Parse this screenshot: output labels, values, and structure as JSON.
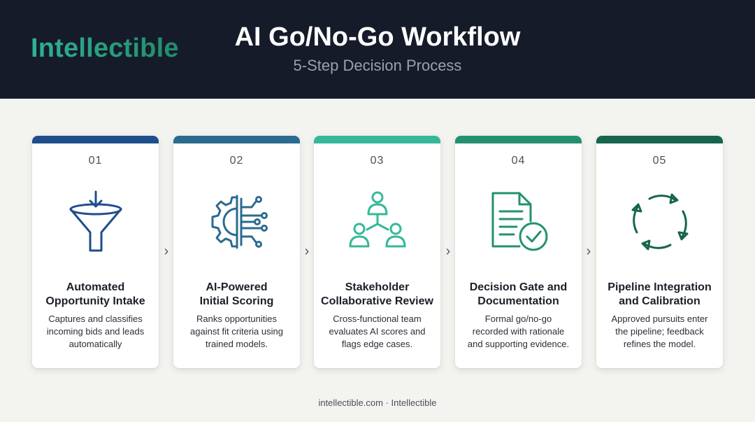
{
  "header": {
    "logo": "Intellectible",
    "title": "AI Go/No-Go Workflow",
    "subtitle": "5-Step Decision Process"
  },
  "steps": [
    {
      "number": "01",
      "title_line1": "Automated",
      "title_line2": "Opportunity Intake",
      "desc_line1": "Captures and classifies",
      "desc_line2": "incoming bids and leads",
      "desc_line3": "automatically",
      "icon": "funnel-icon",
      "color": "#1f4e8c"
    },
    {
      "number": "02",
      "title_line1": "AI-Powered",
      "title_line2": "Initial Scoring",
      "desc_line1": "Ranks opportunities",
      "desc_line2": "against fit criteria using",
      "desc_line3": "trained models.",
      "icon": "ai-gear-circuit-icon",
      "color": "#2a6b8f"
    },
    {
      "number": "03",
      "title_line1": "Stakeholder",
      "title_line2": "Collaborative Review",
      "desc_line1": "Cross-functional team",
      "desc_line2": "evaluates AI scores and",
      "desc_line3": "flags edge cases.",
      "icon": "team-hierarchy-icon",
      "color": "#35b89a"
    },
    {
      "number": "04",
      "title_line1": "Decision Gate and",
      "title_line2": "Documentation",
      "desc_line1": "Formal go/no-go",
      "desc_line2": "recorded with rationale",
      "desc_line3": "and supporting evidence.",
      "icon": "document-check-icon",
      "color": "#23916f"
    },
    {
      "number": "05",
      "title_line1": "Pipeline Integration",
      "title_line2": "and Calibration",
      "desc_line1": "Approved pursuits enter",
      "desc_line2": "the pipeline; feedback",
      "desc_line3": "refines the model.",
      "icon": "cycle-arrows-icon",
      "color": "#16654c"
    }
  ],
  "connector_icon": "chevron-right-icon",
  "footer": "intellectible.com · Intellectible"
}
